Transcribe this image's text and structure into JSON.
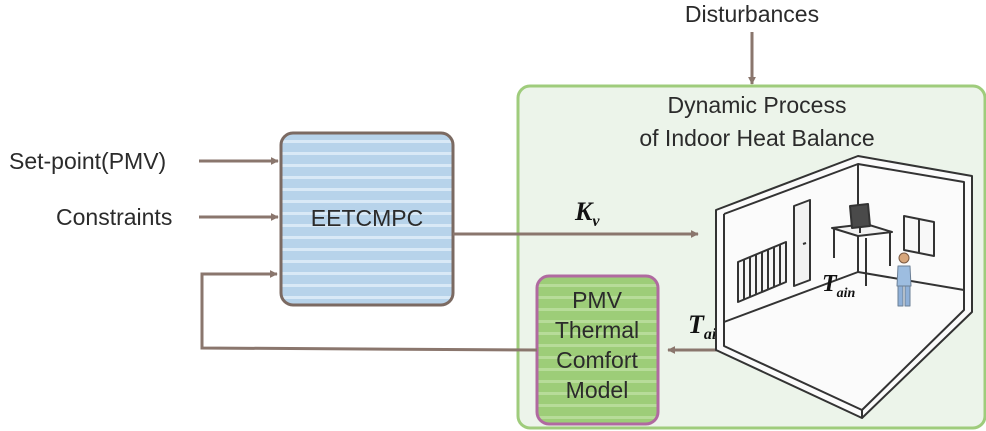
{
  "inputs": {
    "setpoint": "Set-point(PMV)",
    "constraints": "Constraints"
  },
  "disturbances": "Disturbances",
  "controller": {
    "label": "EETCMPC",
    "fill": "#b7d3ea",
    "stripe": "#d9e9f6",
    "border": "#7b6a62"
  },
  "process": {
    "title_line1": "Dynamic Process",
    "title_line2": "of Indoor Heat Balance",
    "fill": "#ecf4ea",
    "border": "#9fcc7c"
  },
  "pmv_model": {
    "line1": "PMV",
    "line2": "Thermal",
    "line3": "Comfort",
    "line4": "Model",
    "fill": "#9dcd78",
    "stripe": "#b3d995",
    "border": "#b06aa0"
  },
  "signals": {
    "kv": {
      "main": "K",
      "sub": "v"
    },
    "tain_room": {
      "main": "T",
      "sub": "ain"
    },
    "tain_feedback": {
      "main": "T",
      "sub": "ain"
    }
  },
  "colors": {
    "arrow": "#8a766d"
  },
  "icons": {
    "room": "room-illustration-icon",
    "person": "person-icon",
    "radiator": "radiator-icon",
    "monitor": "monitor-icon",
    "door": "door-icon",
    "window": "window-icon"
  }
}
